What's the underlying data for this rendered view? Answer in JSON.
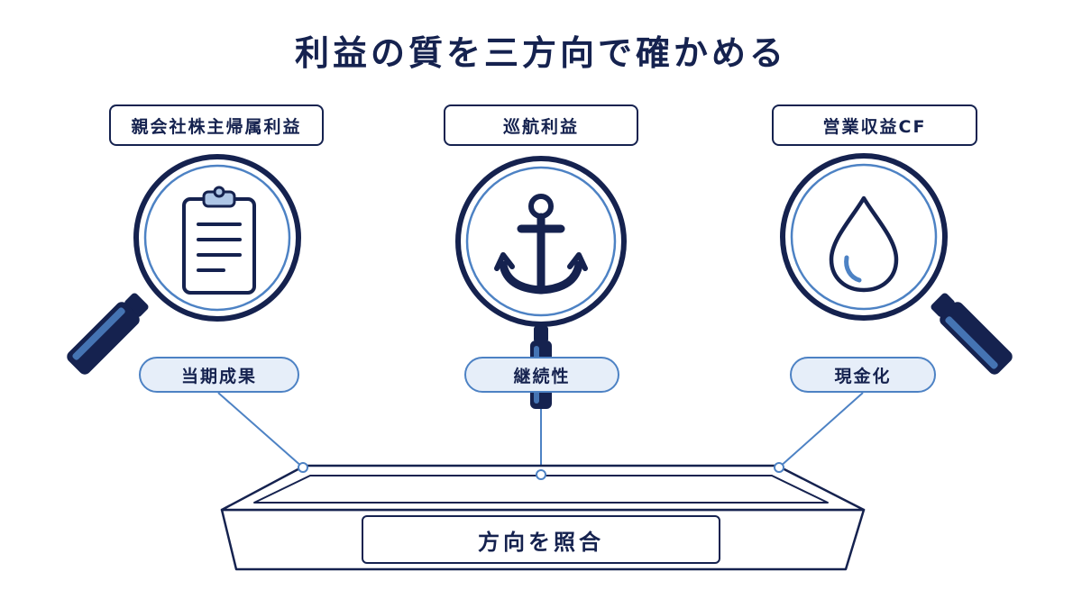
{
  "title": "利益の質を三方向で確かめる",
  "lenses": [
    {
      "label": "親会社株主帰属利益",
      "tag": "当期成果",
      "icon": "clipboard-icon"
    },
    {
      "label": "巡航利益",
      "tag": "継続性",
      "icon": "anchor-icon"
    },
    {
      "label": "営業収益CF",
      "tag": "現金化",
      "icon": "water-drop-icon"
    }
  ],
  "tray_label": "方向を照合",
  "colors": {
    "navy": "#15224f",
    "accent": "#4d82c4",
    "pill_fill": "#e6eef9"
  }
}
